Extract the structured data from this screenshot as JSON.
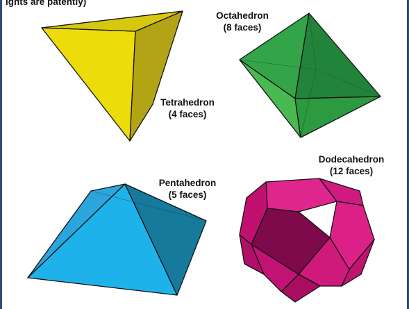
{
  "heading": "ights are patently)",
  "polyhedra": [
    {
      "name": "Tetrahedron",
      "faces_label": "(4 faces)",
      "color": "#ecdc0a"
    },
    {
      "name": "Octahedron",
      "faces_label": "(8 faces)",
      "color": "#3aaa48"
    },
    {
      "name": "Pentahedron",
      "faces_label": "(5 faces)",
      "color": "#20b4ea"
    },
    {
      "name": "Dodecahedron",
      "faces_label": "(12 faces)",
      "color": "#d8147e"
    }
  ],
  "colors": {
    "frame": "#2c4a7c",
    "edge": "#111111"
  }
}
